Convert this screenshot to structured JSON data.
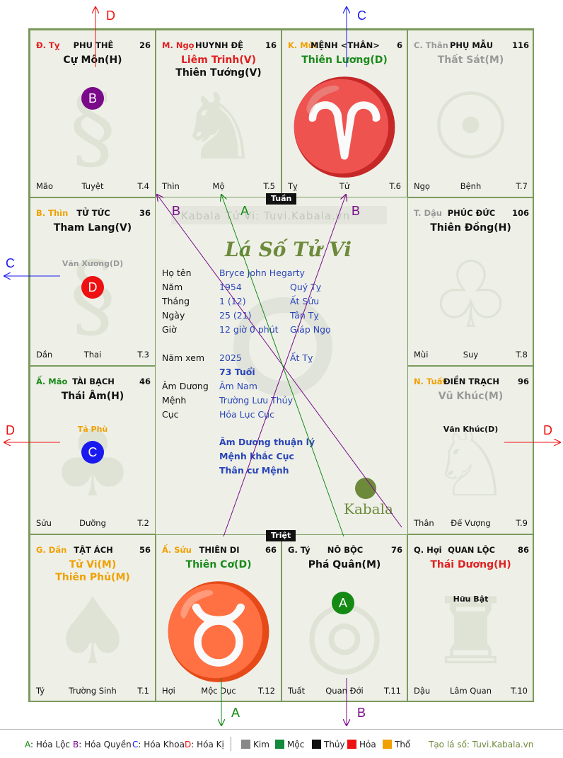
{
  "palaces": [
    {
      "id": "ty",
      "can": "Đ. Tỵ",
      "can_color": "#e02020",
      "name": "PHU THÊ",
      "num": "26",
      "stars": [
        {
          "t": "Cự Môn(H)",
          "c": "#111"
        }
      ],
      "minor": [],
      "chi": "Mão",
      "truong": "Tuyệt",
      "t": "T.4",
      "watermark": "§"
    },
    {
      "id": "ngo",
      "can": "M. Ngọ",
      "can_color": "#e02020",
      "name": "HUYNH ĐỆ",
      "num": "16",
      "stars": [
        {
          "t": "Liêm Trinh(V)",
          "c": "#e02020"
        },
        {
          "t": "Thiên Tướng(V)",
          "c": "#111"
        }
      ],
      "minor": [],
      "chi": "Thìn",
      "truong": "Mộ",
      "t": "T.5",
      "watermark": "♞"
    },
    {
      "id": "mui",
      "can": "K. Mùi",
      "can_color": "#f0a000",
      "name": "MỆNH <THÂN>",
      "num": "6",
      "stars": [
        {
          "t": "Thiên Lương(D)",
          "c": "#1a8a1a"
        }
      ],
      "minor": [],
      "chi": "Tỵ",
      "truong": "Tử",
      "t": "T.6",
      "watermark": "♈"
    },
    {
      "id": "than",
      "can": "C. Thân",
      "can_color": "#999",
      "name": "PHỤ MẪU",
      "num": "116",
      "stars": [
        {
          "t": "Thất Sát(M)",
          "c": "#999"
        }
      ],
      "minor": [],
      "chi": "Ngọ",
      "truong": "Bệnh",
      "t": "T.7",
      "watermark": "☉"
    },
    {
      "id": "thin",
      "can": "B. Thìn",
      "can_color": "#f0a000",
      "name": "TỬ TỨC",
      "num": "36",
      "stars": [
        {
          "t": "Tham Lang(V)",
          "c": "#111"
        }
      ],
      "minor": [
        {
          "t": "Văn Xương(D)",
          "c": "#999"
        }
      ],
      "chi": "Dần",
      "truong": "Thai",
      "t": "T.3",
      "watermark": "§"
    },
    {
      "id": "dau",
      "can": "T. Dậu",
      "can_color": "#999",
      "name": "PHÚC ĐỨC",
      "num": "106",
      "stars": [
        {
          "t": "Thiên Đồng(H)",
          "c": "#111"
        }
      ],
      "minor": [],
      "chi": "Mùi",
      "truong": "Suy",
      "t": "T.8",
      "watermark": "♧"
    },
    {
      "id": "mao",
      "can": "Ấ. Mão",
      "can_color": "#1a8a1a",
      "name": "TÀI BẠCH",
      "num": "46",
      "stars": [
        {
          "t": "Thái Âm(H)",
          "c": "#111"
        }
      ],
      "minor": [
        {
          "t": "Tả Phù",
          "c": "#f0a000"
        }
      ],
      "chi": "Sửu",
      "truong": "Dưỡng",
      "t": "T.2",
      "watermark": "♣"
    },
    {
      "id": "tuat",
      "can": "N. Tuất",
      "can_color": "#f0a000",
      "name": "ĐIỀN TRẠCH",
      "num": "96",
      "stars": [
        {
          "t": "Vũ Khúc(M)",
          "c": "#999"
        }
      ],
      "minor": [
        {
          "t": "Văn Khúc(D)",
          "c": "#111"
        }
      ],
      "chi": "Thân",
      "truong": "Đế Vượng",
      "t": "T.9",
      "watermark": "♘"
    },
    {
      "id": "dan",
      "can": "G. Dần",
      "can_color": "#f0a000",
      "name": "TẬT ÁCH",
      "num": "56",
      "stars": [
        {
          "t": "Tử Vi(M)",
          "c": "#f0a000"
        },
        {
          "t": "Thiên Phủ(M)",
          "c": "#f0a000"
        }
      ],
      "minor": [],
      "chi": "Tý",
      "truong": "Trường Sinh",
      "t": "T.1",
      "watermark": "♠"
    },
    {
      "id": "suu",
      "can": "Ấ. Sửu",
      "can_color": "#f0a000",
      "name": "THIÊN DI",
      "num": "66",
      "stars": [
        {
          "t": "Thiên Cơ(D)",
          "c": "#1a8a1a"
        }
      ],
      "minor": [],
      "chi": "Hợi",
      "truong": "Mộc Dục",
      "t": "T.12",
      "watermark": "♉"
    },
    {
      "id": "ty2",
      "can": "G. Tý",
      "can_color": "#111",
      "name": "NÔ BỘC",
      "num": "76",
      "stars": [
        {
          "t": "Phá Quân(M)",
          "c": "#111"
        }
      ],
      "minor": [],
      "chi": "Tuất",
      "truong": "Quan Đới",
      "t": "T.11",
      "watermark": "◎"
    },
    {
      "id": "hoi",
      "can": "Q. Hợi",
      "can_color": "#111",
      "name": "QUAN LỘC",
      "num": "86",
      "stars": [
        {
          "t": "Thái Dương(H)",
          "c": "#e02020"
        }
      ],
      "minor": [
        {
          "t": "Hữu Bật",
          "c": "#111"
        }
      ],
      "chi": "Dậu",
      "truong": "Lâm Quan",
      "t": "T.10",
      "watermark": "♜"
    }
  ],
  "circles": [
    {
      "palace": "ty",
      "label": "B",
      "color": "#7a0a8a"
    },
    {
      "palace": "thin",
      "label": "D",
      "color": "#ee1111"
    },
    {
      "palace": "mao",
      "label": "C",
      "color": "#1a1aee"
    },
    {
      "palace": "ty2",
      "label": "A",
      "color": "#148a14"
    }
  ],
  "center": {
    "banner": "Kabala Tử Vi: Tuvi.Kabala.vn",
    "title": "Lá Số Tử Vi",
    "rows": [
      {
        "label": "Họ tên",
        "v1": "Bryce John Hegarty",
        "v2": ""
      },
      {
        "label": "Năm",
        "v1": "1954",
        "v2": "Quý Tỵ"
      },
      {
        "label": "Tháng",
        "v1": "1  (12)",
        "v2": "Ất Sửu"
      },
      {
        "label": "Ngày",
        "v1": "25  (21)",
        "v2": "Tân Tỵ"
      },
      {
        "label": "Giờ",
        "v1": "12 giờ 0 phút",
        "v2": "Giáp Ngọ"
      },
      {
        "label": "Năm xem",
        "v1": "2025",
        "v2": "Ất Tỵ"
      },
      {
        "label": "",
        "v1": "73 Tuổi",
        "v2": ""
      },
      {
        "label": "Âm Dương",
        "v1": "Âm Nam",
        "v2": ""
      },
      {
        "label": "Mệnh",
        "v1": "Trường Lưu Thủy",
        "v2": ""
      },
      {
        "label": "Cục",
        "v1": "Hỏa Lục Cục",
        "v2": ""
      }
    ],
    "notes": [
      "Âm Dương thuận lý",
      "Mệnh khắc Cục",
      "Thân cư Mệnh"
    ],
    "kabala": "Kabala",
    "tuan": "Tuần",
    "triet": "Triệt"
  },
  "arrow_labels": {
    "top_left": "D",
    "top_right": "C",
    "left": "C",
    "left_mid": "D",
    "right_mid": "D",
    "bottom_a": "A",
    "bottom_b": "B",
    "line_b1": "B",
    "line_a": "A",
    "line_b2": "B"
  },
  "legend": {
    "items": [
      {
        "k": "A",
        "t": ": Hóa Lộc",
        "c": "#148a14"
      },
      {
        "k": "B",
        "t": ": Hóa Quyền",
        "c": "#7a0a8a"
      },
      {
        "k": "C",
        "t": ": Hóa Khoa",
        "c": "#1a1aee"
      },
      {
        "k": "D",
        "t": ": Hóa Kị",
        "c": "#ee1111"
      }
    ],
    "elements": [
      {
        "t": "Kim",
        "c": "#888888"
      },
      {
        "t": "Mộc",
        "c": "#148a3c"
      },
      {
        "t": "Thủy",
        "c": "#111111"
      },
      {
        "t": "Hỏa",
        "c": "#ee1111"
      },
      {
        "t": "Thổ",
        "c": "#f0a000"
      }
    ],
    "site": "Tạo lá số: Tuvi.Kabala.vn"
  }
}
